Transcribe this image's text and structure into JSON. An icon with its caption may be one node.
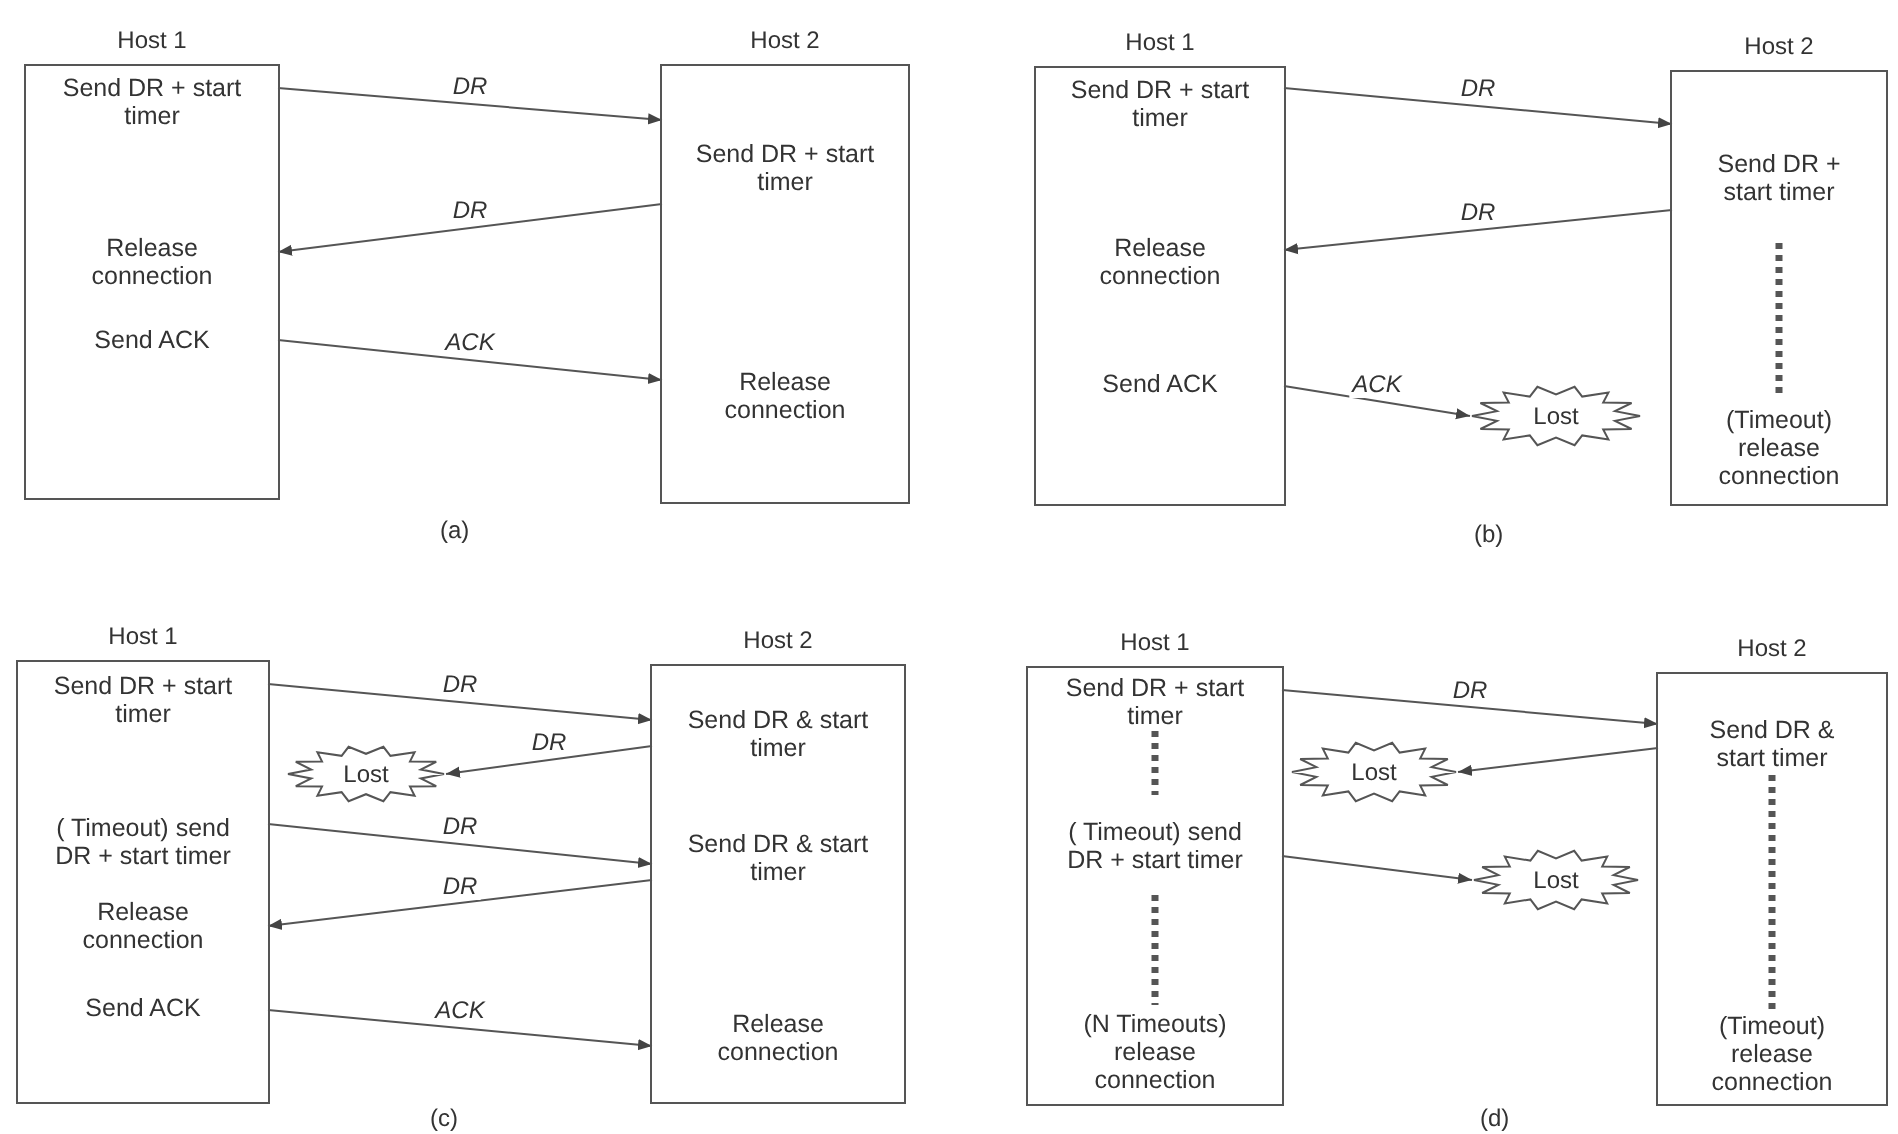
{
  "diagram": {
    "nodes": [
      {
        "text": [
          "Host 1"
        ]
      },
      {
        "text": [
          "Send DR + start timer"
        ],
        "in": 0
      },
      {
        "text": [
          "Release connection"
        ],
        "in": 0
      },
      {
        "text": [
          "Send ACK"
        ],
        "in": 0
      },
      {
        "text": [
          "Host 2"
        ]
      },
      {
        "text": [
          "Send DR + start timer"
        ],
        "in": 4
      },
      {
        "text": [
          "Release connection"
        ],
        "in": 4
      },
      {
        "text": [
          "Host 1"
        ]
      },
      {
        "text": [
          "Send DR + start timer"
        ],
        "in": 7
      },
      {
        "text": [
          "Release connection"
        ],
        "in": 7
      },
      {
        "text": [
          "Send ACK"
        ],
        "in": 7
      },
      {
        "text": [
          "Lost"
        ]
      },
      {
        "text": [
          "Host 2"
        ]
      },
      {
        "text": [
          "Send DR + start timer"
        ],
        "in": 12
      },
      {
        "text": [
          "(Timeout) release connection"
        ],
        "in": 12
      },
      {
        "text": [
          "Host 1"
        ]
      },
      {
        "text": [
          "Send DR + start timer"
        ],
        "in": 15
      },
      {
        "text": [
          "( Timeout) send DR + start timer"
        ],
        "in": 15
      },
      {
        "text": [
          "Release connection"
        ],
        "in": 15
      },
      {
        "text": [
          "Send ACK"
        ],
        "in": 15
      },
      {
        "text": [
          "Lost"
        ]
      },
      {
        "text": [
          "Host 2"
        ]
      },
      {
        "text": [
          "Send DR & start timer"
        ],
        "in": 21
      },
      {
        "text": [
          "Send DR & start timer"
        ],
        "in": 21
      },
      {
        "text": [
          "Release connection"
        ],
        "in": 21
      },
      {
        "text": [
          "Host 1"
        ]
      },
      {
        "text": [
          "Send DR + start timer"
        ],
        "in": 25
      },
      {
        "text": [
          "( Timeout) send DR + start timer"
        ],
        "in": 25
      },
      {
        "text": [
          "(N Timeouts) release connection"
        ],
        "in": 25
      },
      {
        "text": [
          "Lost"
        ]
      },
      {
        "text": [
          "Lost"
        ]
      },
      {
        "text": [
          "Host 2"
        ]
      },
      {
        "text": [
          "Send DR & start timer"
        ],
        "in": 31
      },
      {
        "text": [
          "(Timeout) release connection"
        ],
        "in": 31
      }
    ],
    "edges": [
      {
        "from": 1,
        "to": 5,
        "arrow": "to",
        "label": "DR"
      },
      {
        "from": 5,
        "to": 2,
        "arrow": "to",
        "label": "DR"
      },
      {
        "from": 3,
        "to": 6,
        "arrow": "to",
        "label": "ACK"
      },
      {
        "from": 8,
        "to": 13,
        "arrow": "to",
        "label": "DR"
      },
      {
        "from": 13,
        "to": 9,
        "arrow": "to",
        "label": "DR"
      },
      {
        "from": 10,
        "to": 11,
        "arrow": "to",
        "label": "ACK"
      },
      {
        "from": 13,
        "to": 14,
        "arrow": "none",
        "style": "dashed"
      },
      {
        "from": 16,
        "to": 22,
        "arrow": "to",
        "label": "DR"
      },
      {
        "from": 22,
        "to": 20,
        "arrow": "to",
        "label": "DR"
      },
      {
        "from": 17,
        "to": 23,
        "arrow": "to",
        "label": "DR"
      },
      {
        "from": 23,
        "to": 18,
        "arrow": "to",
        "label": "DR"
      },
      {
        "from": 19,
        "to": 24,
        "arrow": "to",
        "label": "ACK"
      },
      {
        "from": 26,
        "to": 32,
        "arrow": "to",
        "label": "DR"
      },
      {
        "from": 32,
        "to": 29,
        "arrow": "to"
      },
      {
        "from": 27,
        "to": 30,
        "arrow": "to"
      },
      {
        "from": 26,
        "to": 27,
        "arrow": "none",
        "style": "dashed"
      },
      {
        "from": 27,
        "to": 28,
        "arrow": "none",
        "style": "dashed"
      },
      {
        "from": 32,
        "to": 33,
        "arrow": "none",
        "style": "dashed"
      }
    ],
    "labels": [
      "(a)",
      "(b)",
      "(c)",
      "(d)"
    ]
  }
}
